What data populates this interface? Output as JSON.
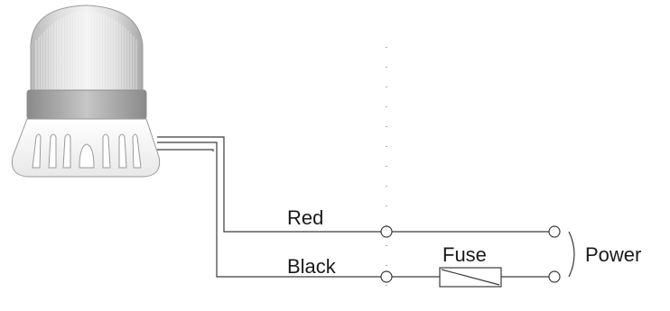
{
  "diagram": {
    "device": "beacon-sounder",
    "wires": [
      {
        "label": "Red",
        "color": "#333333"
      },
      {
        "label": "Black",
        "color": "#333333"
      }
    ],
    "fuse_label": "Fuse",
    "supply_label": "Power",
    "colors": {
      "line": "#3a3a3a",
      "lens_light": "#e6e6e6",
      "lens_dark": "#9a9a9a",
      "base": "#c8c8c8"
    }
  }
}
